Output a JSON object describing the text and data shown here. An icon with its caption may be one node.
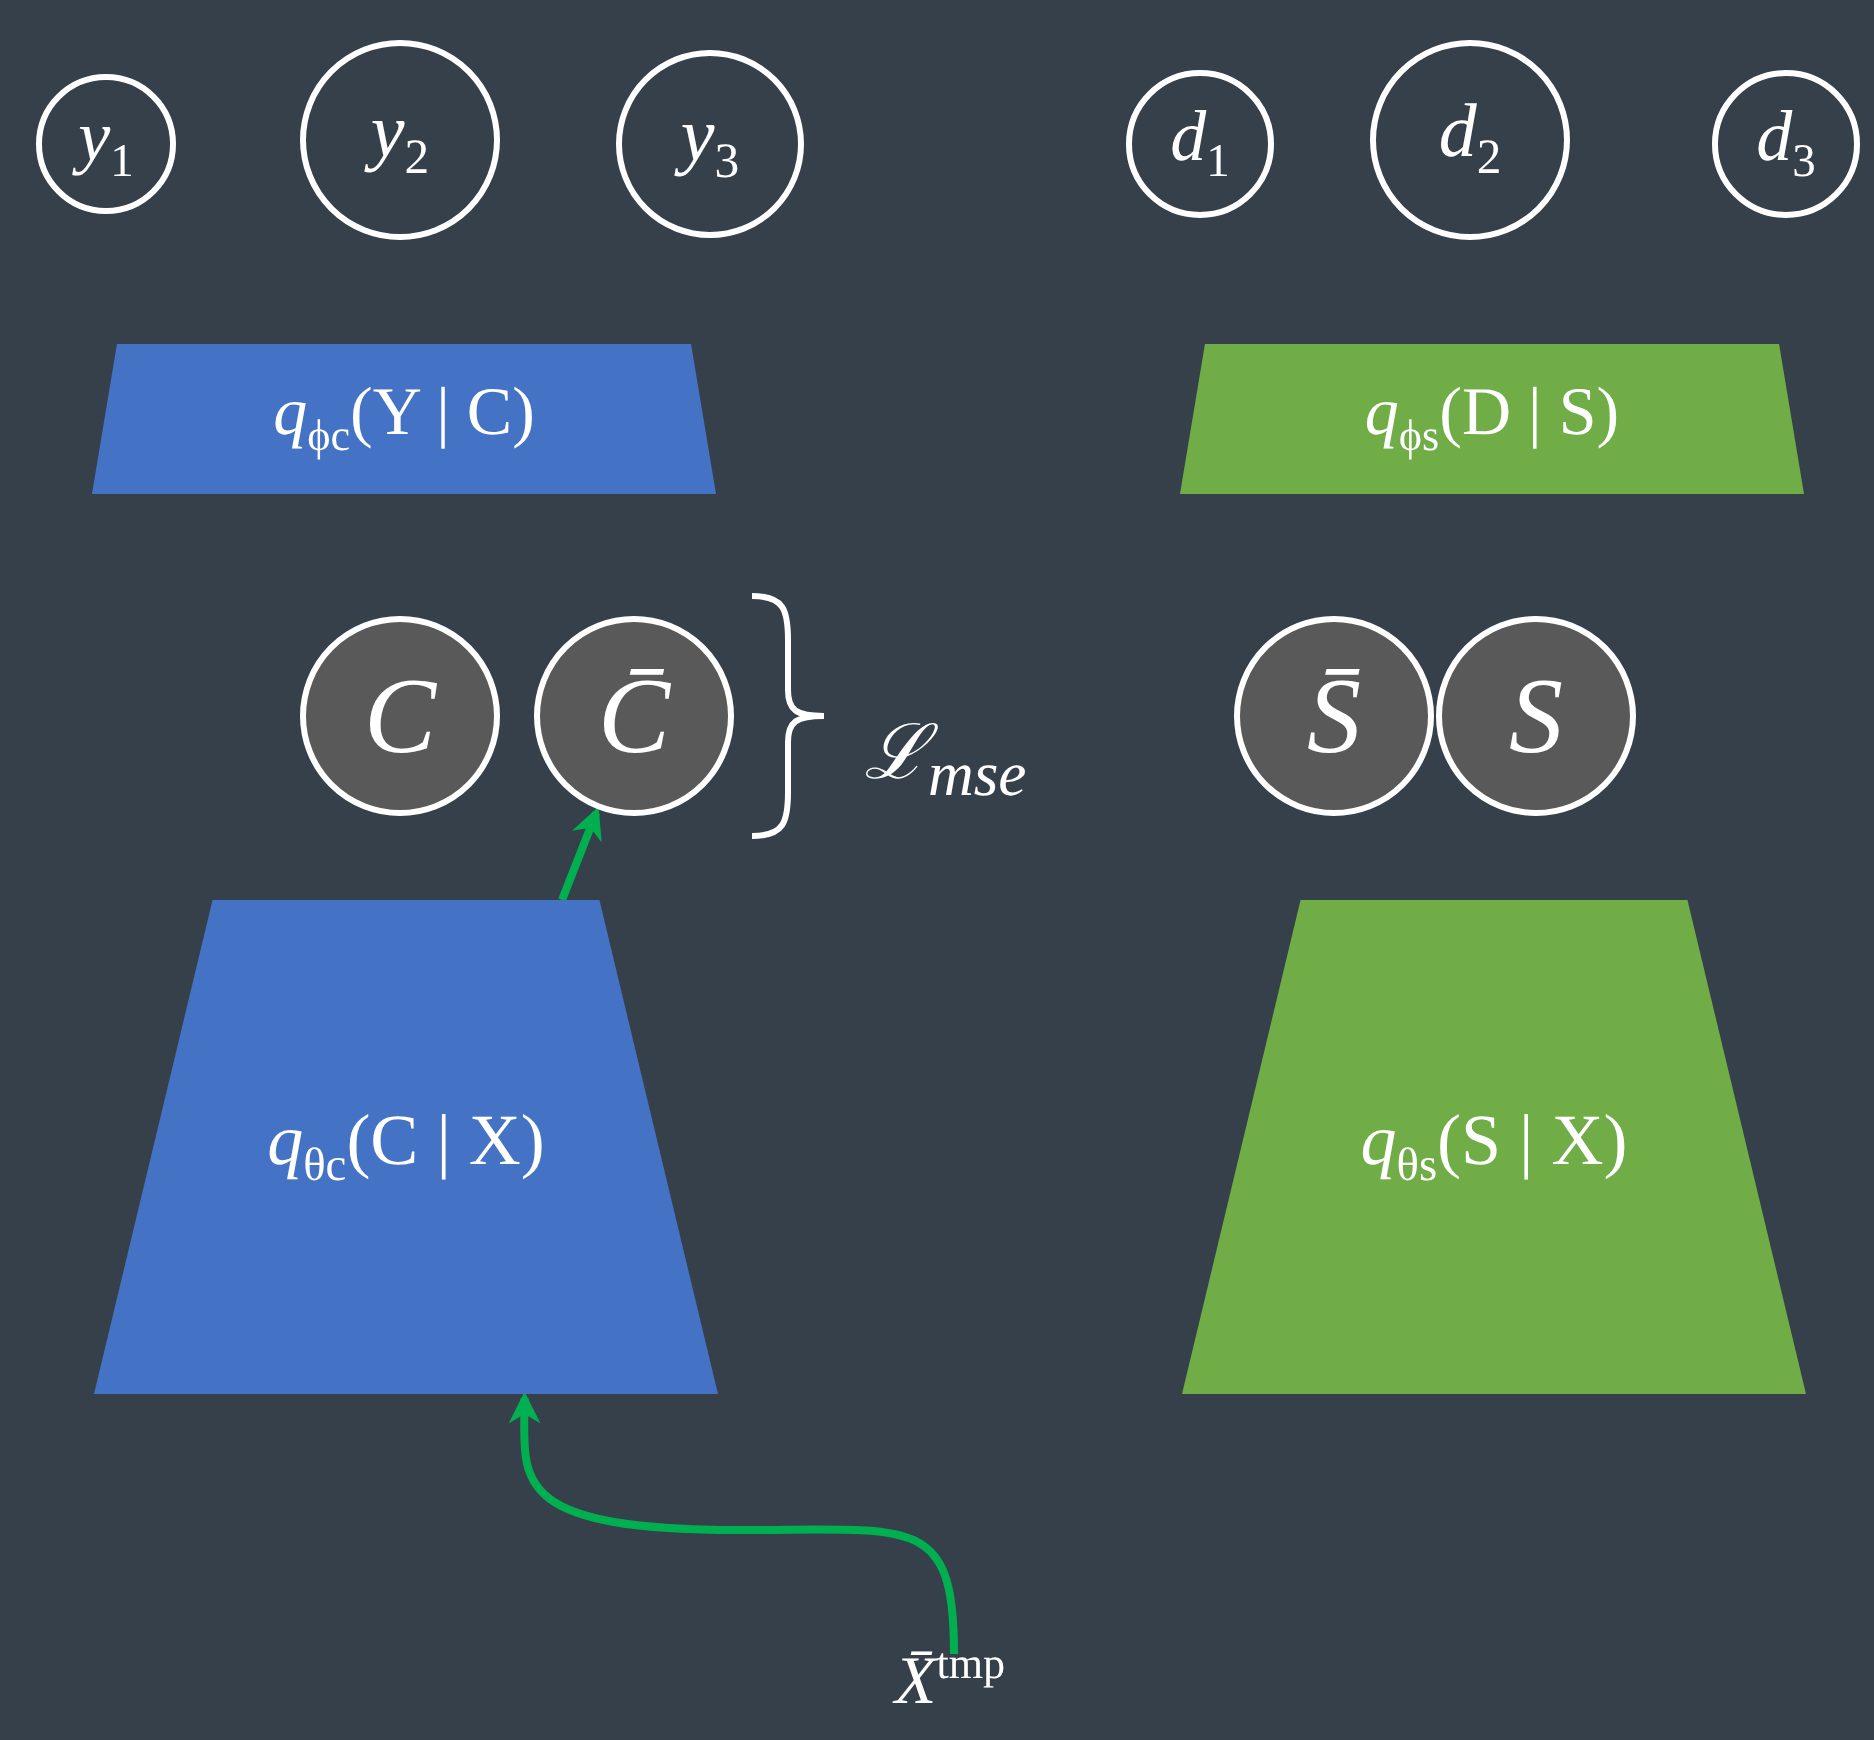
{
  "diagram": {
    "nodes": [
      {
        "text": [
          "*y*$_{1}$"
        ]
      },
      {
        "text": [
          "*y*$_{2}$"
        ]
      },
      {
        "text": [
          "*y*$_{3}$"
        ]
      },
      {
        "text": [
          "*d*$_{1}$"
        ]
      },
      {
        "text": [
          "*d*$_{2}$"
        ]
      },
      {
        "text": [
          "*d*$_{3}$"
        ]
      },
      {
        "text": [
          "*q*$_{ϕc}$(Y | C)"
        ]
      },
      {
        "text": [
          "*q*$_{ϕs}$(D | S)"
        ]
      },
      {
        "text": [
          "*C*"
        ]
      },
      {
        "text": [
          "*C̄*"
        ]
      },
      {
        "text": [
          "*S̄*"
        ]
      },
      {
        "text": [
          "*S*"
        ]
      },
      {
        "text": [
          "*q*$_{θc}$(C | X)"
        ]
      },
      {
        "text": [
          "*q*$_{θs}$(S | X)"
        ]
      },
      {
        "text": [
          "*X̄*$^{tmp}$"
        ]
      }
    ],
    "edges": [
      {
        "from": 14,
        "to": 12,
        "arrow": "to"
      },
      {
        "from": 12,
        "to": 9,
        "arrow": "to"
      }
    ],
    "labels": [
      "ℒ$_{mse}$"
    ]
  }
}
